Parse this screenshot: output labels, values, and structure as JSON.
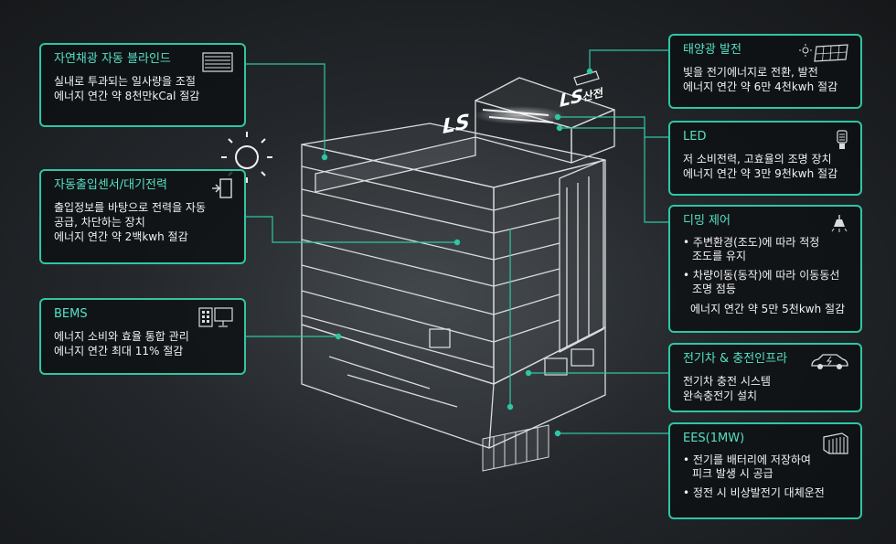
{
  "branding": {
    "logo_main": "LS",
    "logo_suffix": "산전"
  },
  "colors": {
    "accent": "#2ec6a5",
    "title": "#56e0c4",
    "line": "#d8dcdf"
  },
  "cards": {
    "blind": {
      "title": "자연채광 자동 블라인드",
      "lines": [
        "실내로 투과되는 일사량을 조절",
        "에너지 연간 약 8천만kCal 절감"
      ],
      "icon": "blind-icon"
    },
    "sensor": {
      "title": "자동출입센서/대기전력",
      "lines": [
        "출입정보를 바탕으로 전력을 자동",
        "공급, 차단하는 장치",
        "에너지 연간 약 2백kwh 절감"
      ],
      "icon": "door-exit-icon"
    },
    "bems": {
      "title": "BEMS",
      "lines": [
        "에너지 소비와 효율 통합 관리",
        "에너지 연간 최대 11% 절감"
      ],
      "icon": "control-panel-icon"
    },
    "solar": {
      "title": "태양광 발전",
      "lines": [
        "빛을 전기에너지로 전환, 발전",
        "에너지 연간 약 6만 4천kwh 절감"
      ],
      "icon": "solar-panel-icon"
    },
    "led": {
      "title": "LED",
      "lines": [
        "저 소비전력, 고효율의 조명 장치",
        "에너지 연간 약 3만 9천kwh 절감"
      ],
      "icon": "led-bulb-icon"
    },
    "dimming": {
      "title": "디밍 제어",
      "bullets": [
        "주변환경(조도)에 따라 적정 조도를 유지",
        "차량이동(동작)에 따라 이동동선 조명 점등"
      ],
      "bullet_lines": [
        [
          "주변환경(조도)에 따라 적정",
          "조도를 유지"
        ],
        [
          "차량이동(동작)에 따라 이동동선",
          "조명 점등"
        ]
      ],
      "footer": "에너지 연간 약 5만 5천kwh 절감",
      "icon": "ceiling-lamp-icon"
    },
    "ev": {
      "title": "전기차 & 충전인프라",
      "lines": [
        "전기차 충전 시스템",
        "완속충전기 설치"
      ],
      "icon": "electric-car-icon"
    },
    "ees": {
      "title": "EES(1MW)",
      "bullet_lines": [
        [
          "전기를 배터리에 저장하여",
          "피크 발생 시 공급"
        ],
        [
          "정전 시 비상발전기 대체운전"
        ]
      ],
      "icon": "battery-rack-icon"
    }
  }
}
